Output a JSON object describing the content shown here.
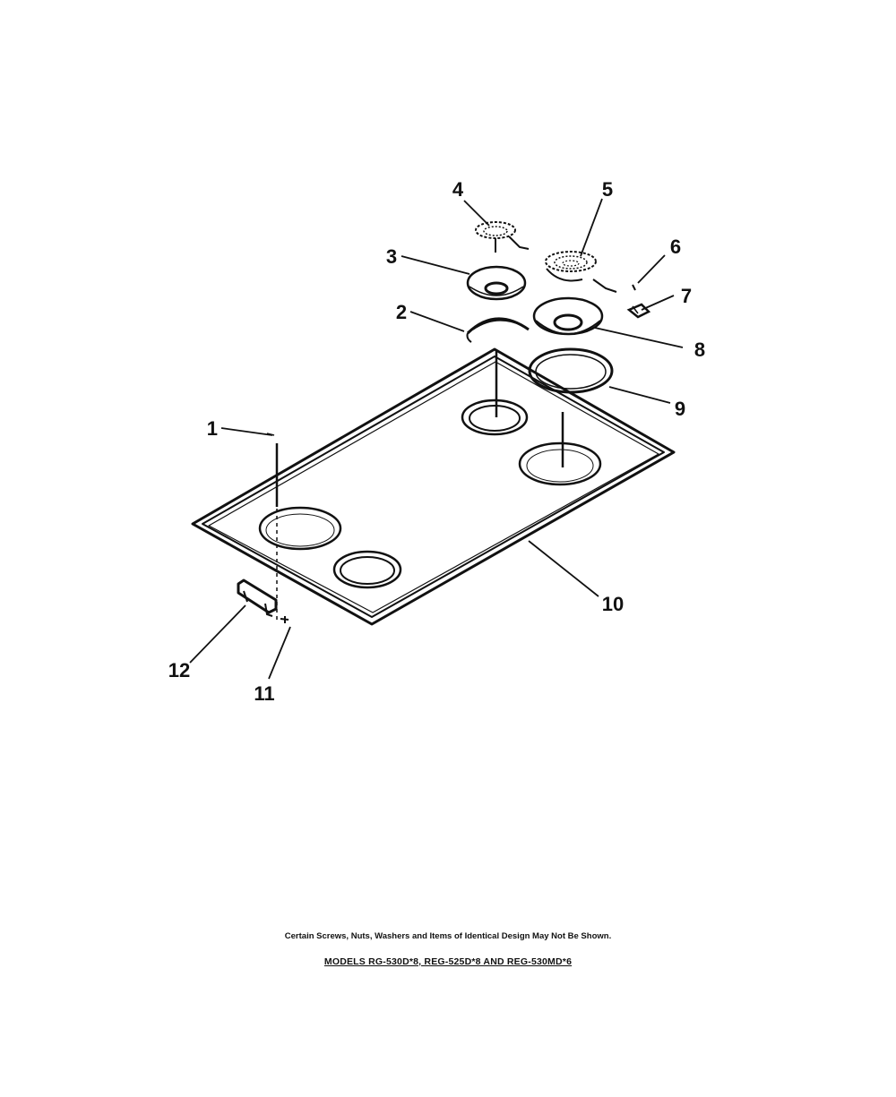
{
  "callouts": [
    {
      "id": "1",
      "label": "1"
    },
    {
      "id": "2",
      "label": "2"
    },
    {
      "id": "3",
      "label": "3"
    },
    {
      "id": "4",
      "label": "4"
    },
    {
      "id": "5",
      "label": "5"
    },
    {
      "id": "6",
      "label": "6"
    },
    {
      "id": "7",
      "label": "7"
    },
    {
      "id": "8",
      "label": "8"
    },
    {
      "id": "9",
      "label": "9"
    },
    {
      "id": "10",
      "label": "10"
    },
    {
      "id": "11",
      "label": "11"
    },
    {
      "id": "12",
      "label": "12"
    }
  ],
  "footer": {
    "note": "Certain Screws, Nuts, Washers and Items of Identical Design May Not Be Shown.",
    "models": "MODELS RG-530D*8, REG-525D*8 AND REG-530MD*6"
  },
  "colors": {
    "ink": "#111111",
    "background": "#ffffff"
  }
}
